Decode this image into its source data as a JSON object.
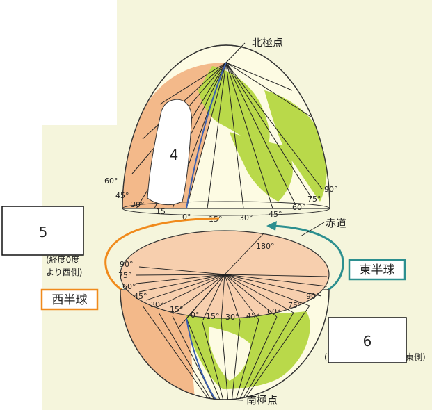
{
  "labels": {
    "north_pole": "北極点",
    "south_pole": "南極点",
    "equator": "赤道",
    "eastern_hemisphere": "東半球",
    "western_hemisphere": "西半球",
    "west_note_1": "(経度0度",
    "west_note_2": "より西側)",
    "east_note_tail": "東側)",
    "box_4": "4",
    "box_5": "5",
    "box_6": "6",
    "deg_180": "180°"
  },
  "upper_hemisphere_ticks": {
    "left": [
      "60°",
      "45°",
      "30°",
      "15"
    ],
    "bottom": [
      "0°",
      "15°",
      "30°",
      "45°",
      "60°",
      "75°",
      "90°"
    ]
  },
  "lower_disc_ticks": {
    "left_stack": [
      "90°",
      "75°",
      "60°",
      "45°",
      "30°",
      "15°"
    ],
    "bottom": [
      "0°",
      "15°",
      "30°",
      "45°",
      "60°",
      "75°",
      "90°"
    ]
  },
  "colors": {
    "background": "#f5f5dc",
    "ocean_light": "#fdfbe3",
    "west_orange": "#f3b98a",
    "land_green": "#b9d94a",
    "disc_fill": "#f7cfae",
    "arrow_orange": "#f08a1c",
    "arrow_teal": "#2c8f8f",
    "pole_blue": "#3a5fb0"
  }
}
